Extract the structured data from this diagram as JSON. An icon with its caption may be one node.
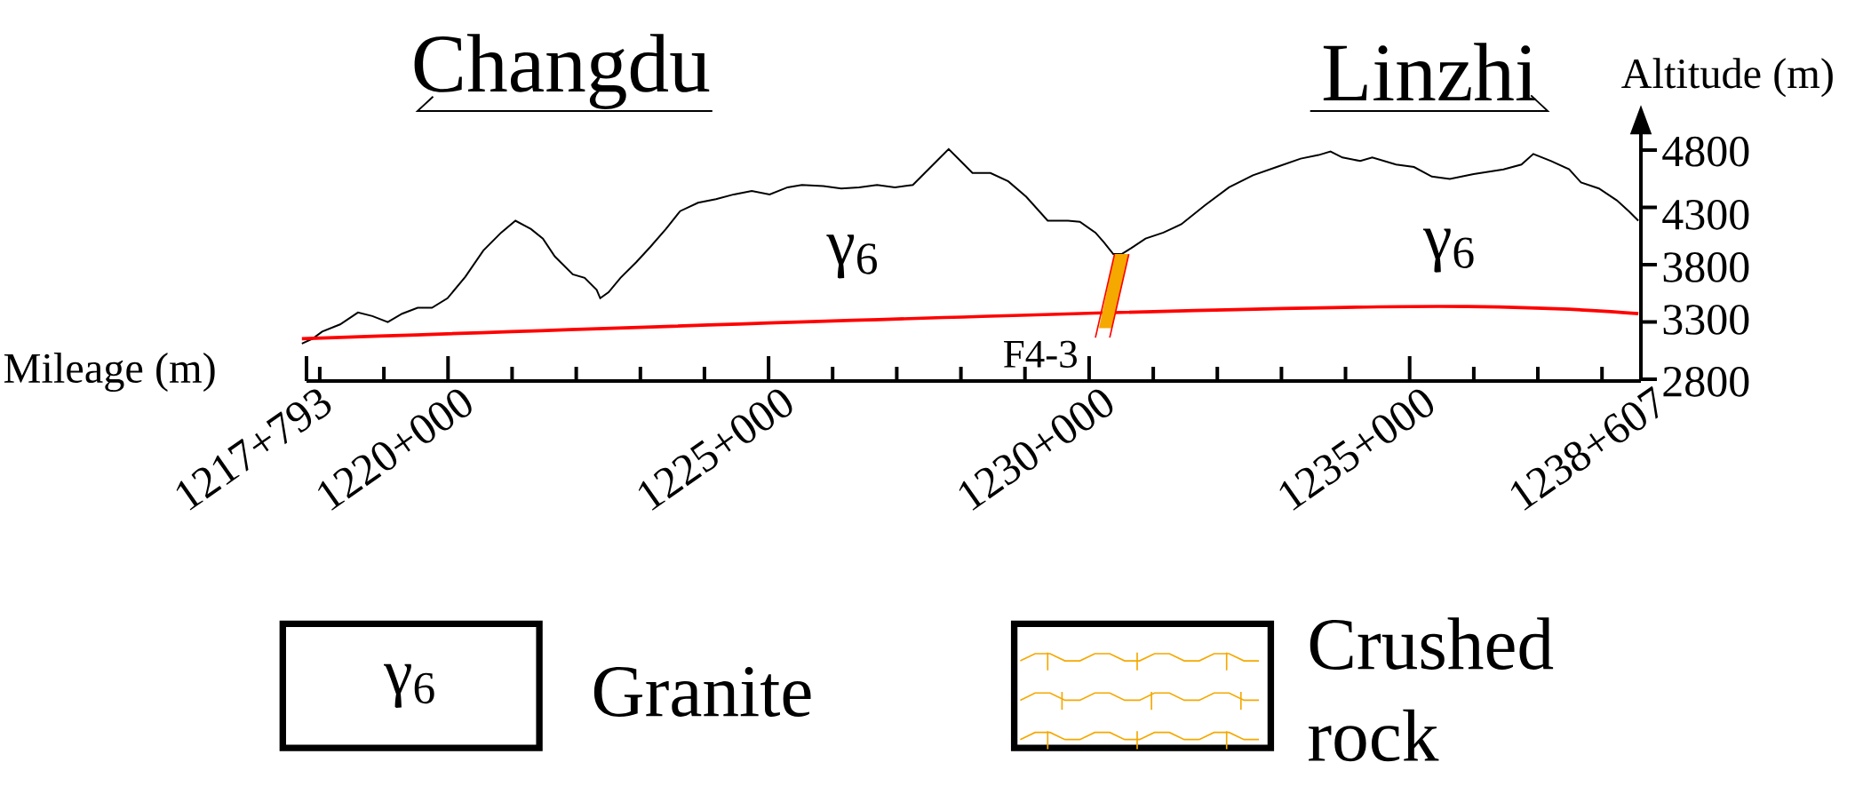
{
  "diagram": {
    "labels": [
      "Changdu",
      "Linzhi",
      "Altitude (m)",
      "4800",
      "4300",
      "γ$_{6}$",
      "γ$_{6}$",
      "3800",
      "3300",
      "F4-3",
      "Mileage (m)",
      "2800",
      "1217+793",
      "1220+000",
      "1225+000",
      "1230+000",
      "1235+000",
      "1238+607",
      "γ$_{6}$"
    ],
    "legend": [
      {
        "text": "Granite"
      },
      {
        "text": "Crushed rock"
      }
    ]
  }
}
